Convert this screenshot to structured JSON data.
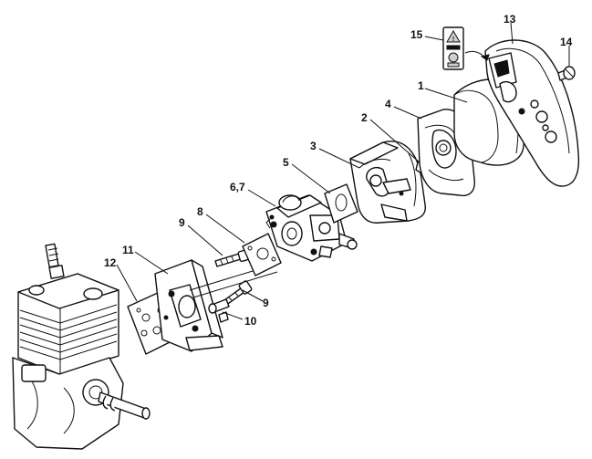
{
  "callouts": {
    "c1": "1",
    "c2": "2",
    "c3": "3",
    "c4": "4",
    "c5": "5",
    "c67": "6,7",
    "c8": "8",
    "c9a": "9",
    "c9b": "9",
    "c10": "10",
    "c11": "11",
    "c12": "12",
    "c13": "13",
    "c14": "14",
    "c15": "15"
  }
}
